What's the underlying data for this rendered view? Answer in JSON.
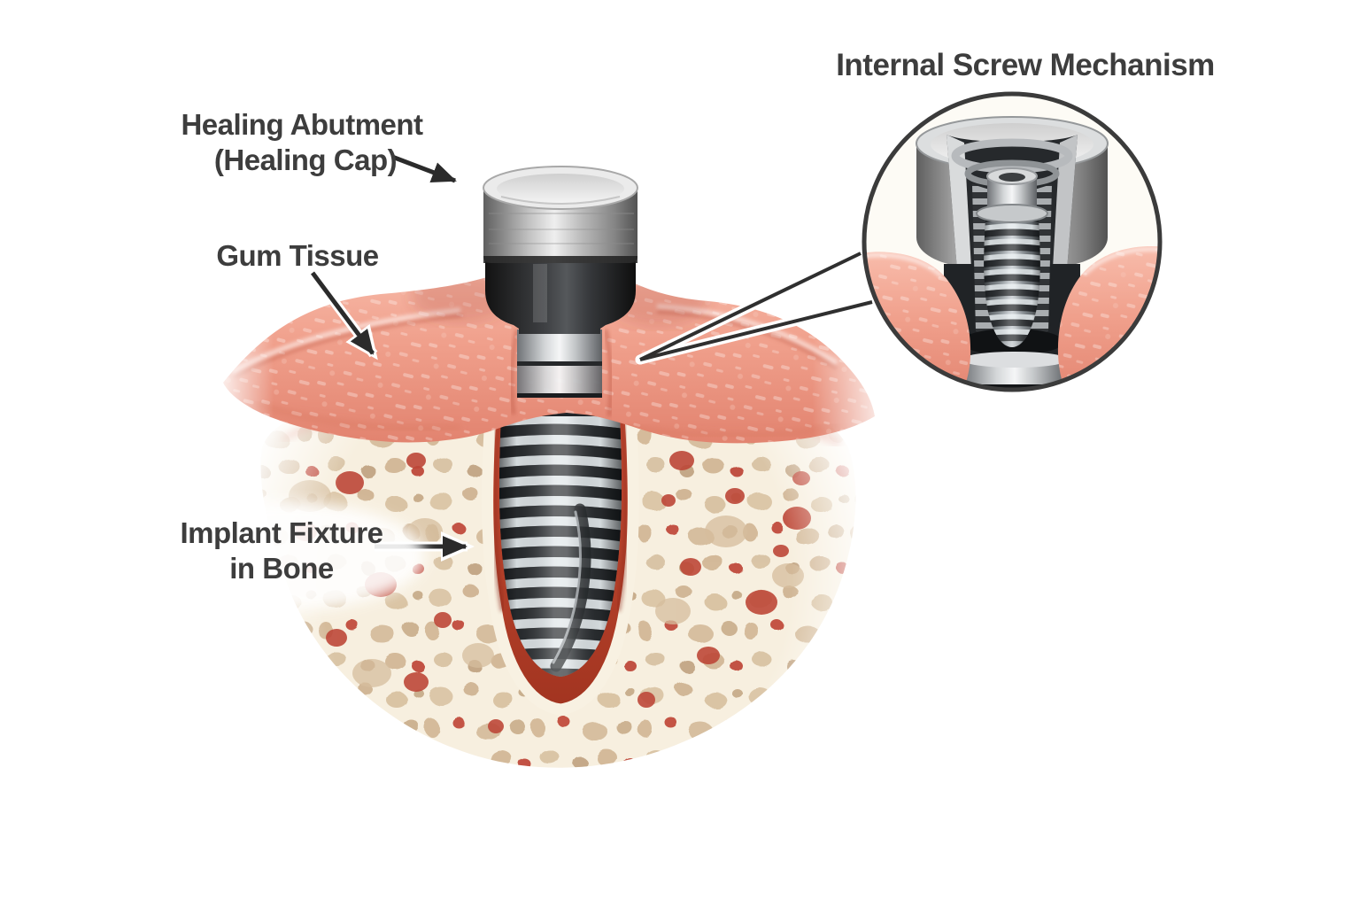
{
  "figure": {
    "kind": "dental-implant-cross-section-illustration",
    "background": "#ffffff",
    "labels": {
      "healing_abutment": {
        "line1": "Healing Abutment",
        "line2": "(Healing Cap)"
      },
      "gum_tissue": {
        "text": "Gum Tissue"
      },
      "implant_fixture": {
        "line1": "Implant Fixture",
        "line2": "in Bone"
      }
    },
    "inset": {
      "title": "Internal Screw Mechanism"
    },
    "colors": {
      "text_ink": "#3d3d3d",
      "arrow_ink": "#2b2b2b",
      "gum_pink": "#ef9d8a",
      "gum_pink_light": "#f7b7a5",
      "bone_cream": "#f7efdf",
      "bone_spot_tan": "#d5bc9c",
      "marrow_red": "#bd4738",
      "socket_red": "#c0482f",
      "metal_light": "#ececec",
      "metal_mid": "#9aa1a6",
      "metal_dark": "#2d3134",
      "inset_outline": "#3b3b3b"
    }
  }
}
